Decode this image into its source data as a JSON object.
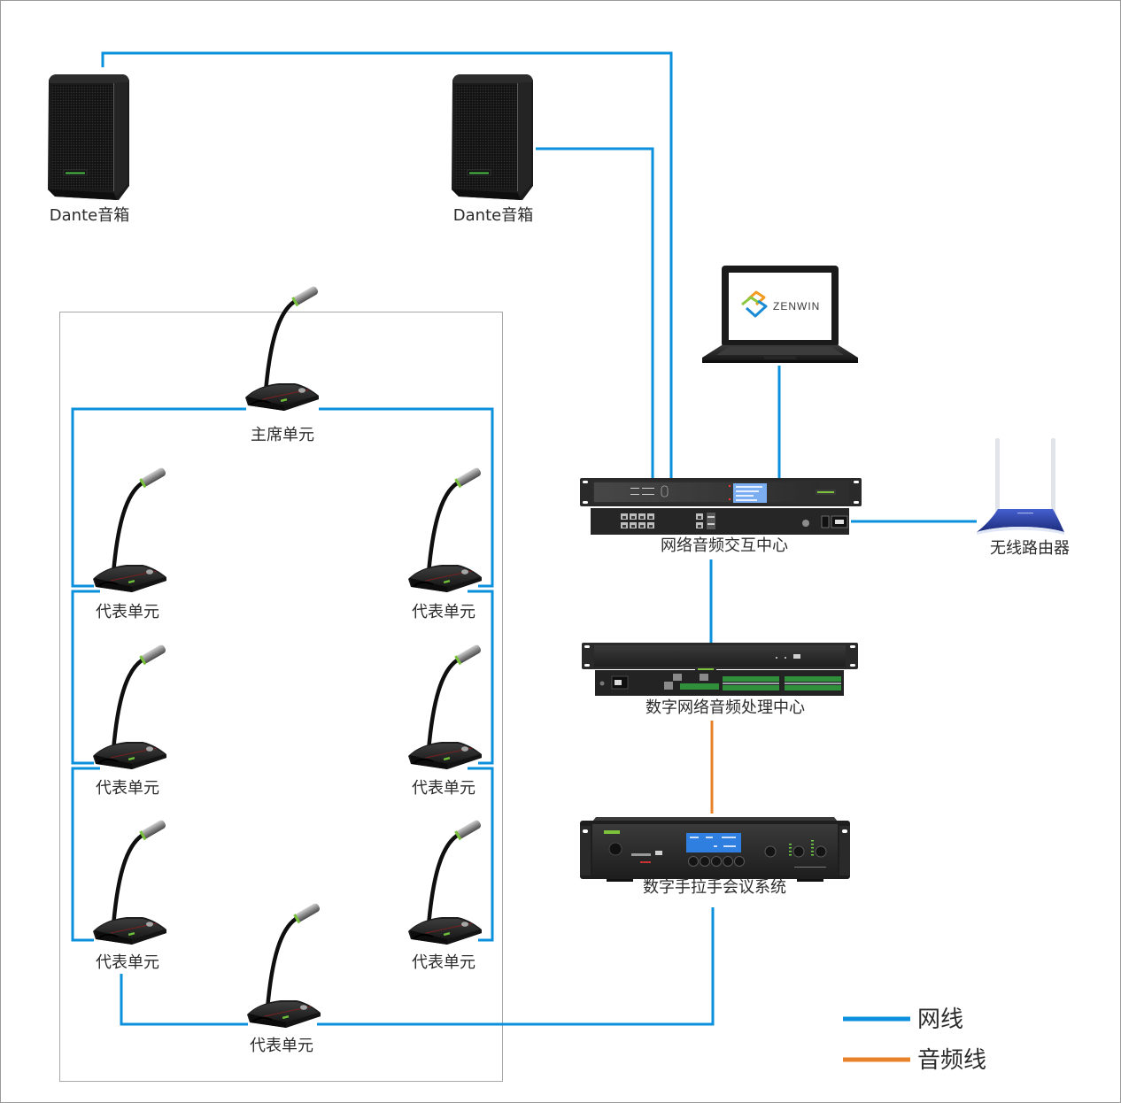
{
  "diagram": {
    "devices": {
      "speaker_left": {
        "label": "Dante音箱"
      },
      "speaker_right": {
        "label": "Dante音箱"
      },
      "laptop": {
        "screen_logo": "ZENWIN"
      },
      "network_audio_hub": {
        "label": "网络音频交互中心"
      },
      "wireless_router": {
        "label": "无线路由器"
      },
      "audio_processor": {
        "label": "数字网络音频处理中心"
      },
      "conference_system": {
        "label": "数字手拉手会议系统"
      },
      "chairman_unit": {
        "label": "主席单元"
      },
      "delegate_units": [
        {
          "label": "代表单元"
        },
        {
          "label": "代表单元"
        },
        {
          "label": "代表单元"
        },
        {
          "label": "代表单元"
        },
        {
          "label": "代表单元"
        },
        {
          "label": "代表单元"
        },
        {
          "label": "代表单元"
        }
      ]
    },
    "connections": [
      {
        "from": "speaker_left",
        "to": "network_audio_hub",
        "type": "网线"
      },
      {
        "from": "speaker_right",
        "to": "network_audio_hub",
        "type": "网线"
      },
      {
        "from": "laptop",
        "to": "network_audio_hub",
        "type": "网线"
      },
      {
        "from": "network_audio_hub",
        "to": "wireless_router",
        "type": "网线"
      },
      {
        "from": "network_audio_hub",
        "to": "audio_processor",
        "type": "网线"
      },
      {
        "from": "audio_processor",
        "to": "conference_system",
        "type": "音频线"
      },
      {
        "from": "conference_system",
        "to": "delegate_units",
        "type": "网线"
      },
      {
        "from": "chairman_unit",
        "to": "delegate_units",
        "type": "网线"
      }
    ]
  },
  "legend": {
    "items": [
      {
        "label": "网线",
        "color": "#0a90dc"
      },
      {
        "label": "音频线",
        "color": "#e8822a"
      }
    ]
  },
  "colors": {
    "frame": "#a8a8a8",
    "text": "#2b2b2b"
  }
}
